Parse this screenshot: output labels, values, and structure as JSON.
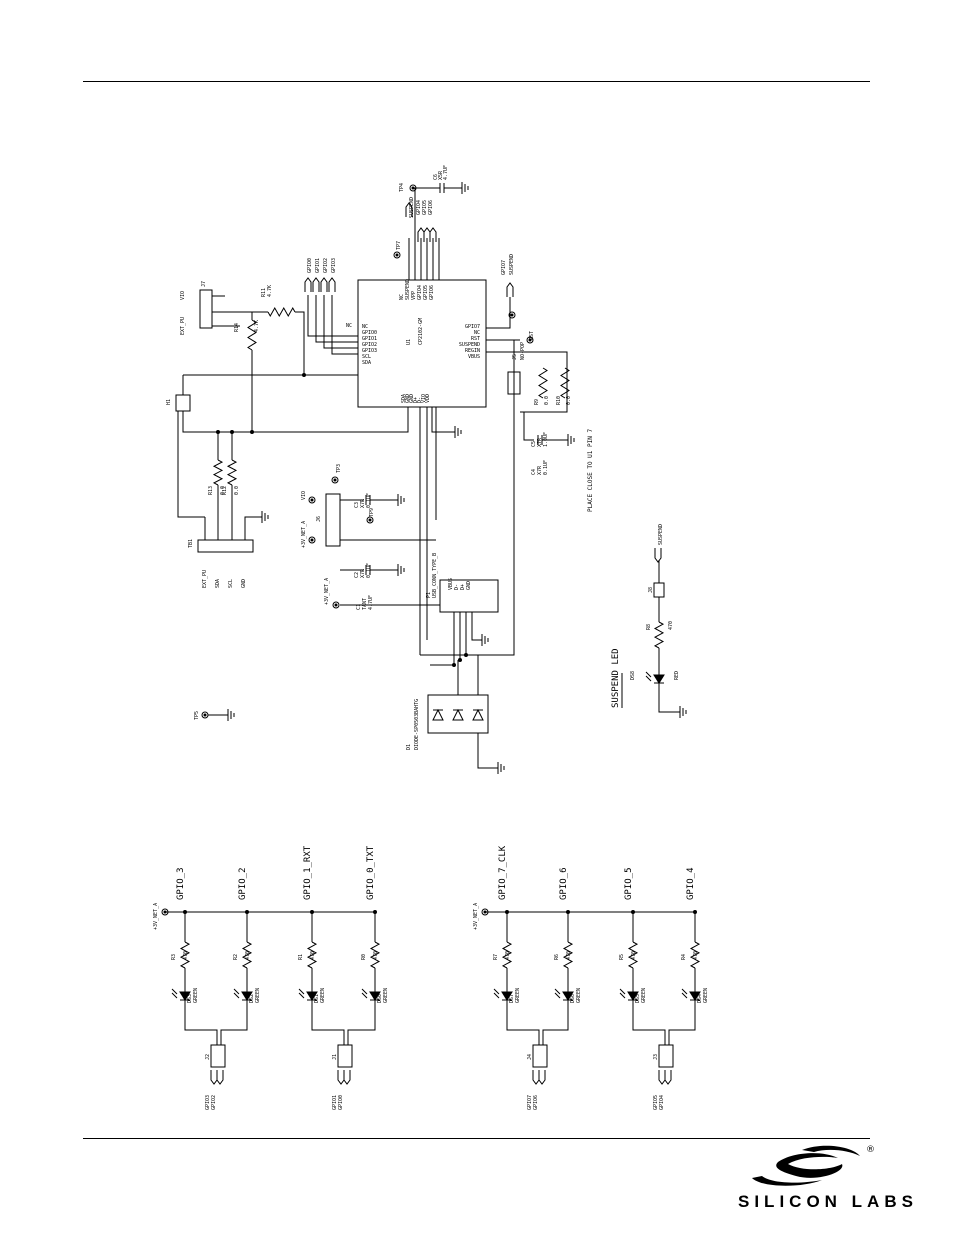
{
  "schematic": {
    "chip": {
      "ref": "U1",
      "part": "CP2102-GM",
      "left_pins": [
        "NC",
        "GPIO0",
        "GPIO1",
        "GPIO2",
        "GPIO3",
        "SCL",
        "SDA"
      ],
      "bottom_pins": [
        "SDA",
        "GND",
        "GND",
        "D+",
        "D-",
        "VIO",
        "VDD"
      ],
      "right_pins": [
        "GPIO7",
        "NC",
        "RST",
        "SUSPEND",
        "REGIN",
        "VBUS"
      ],
      "top_pins": [
        "NC",
        "SUSPEND",
        "VPP",
        "GPIO4",
        "GPIO5",
        "GPIO6"
      ]
    },
    "net_labels": [
      "GPIO0",
      "GPIO1",
      "GPIO2",
      "GPIO3",
      "GPIO4",
      "GPIO5",
      "GPIO6",
      "GPIO7",
      "SUSPEND",
      "VIO",
      "EXT_PU",
      "+3V_NET_A",
      "RST"
    ],
    "parts": {
      "C6": [
        "C6",
        "X5R",
        "4.7UF"
      ],
      "TP4": [
        "TP4"
      ],
      "TP7": [
        "TP7"
      ],
      "TP8": [
        "TP8"
      ],
      "TP1": [
        "TP1"
      ],
      "J7": [
        "J7"
      ],
      "R11": [
        "R11",
        "4.7K"
      ],
      "R14": [
        "R14",
        "4.7K"
      ],
      "H1": [
        "H1"
      ],
      "R13": [
        "R13",
        "0.0"
      ],
      "R12": [
        "R12",
        "0.0"
      ],
      "TB1": [
        "TB1"
      ],
      "TB1_pins": [
        "EXT_PU",
        "SDA",
        "SCL",
        "GND"
      ],
      "J5": [
        "J5",
        "NO-POP"
      ],
      "R9": [
        "R9",
        "0.0"
      ],
      "R10": [
        "R10",
        "0.0"
      ],
      "C5": [
        "C5",
        "X7R",
        "1.0UF"
      ],
      "C4": [
        "C4",
        "X7R",
        "0.1UF"
      ],
      "place_note": "PLACE CLOSE TO U1 PIN 7",
      "TP3": [
        "TP3"
      ],
      "J6": [
        "J6"
      ],
      "C3": [
        "C3",
        "X7R",
        "0.1UF"
      ],
      "TP9": [
        "TP9"
      ],
      "C2": [
        "C2",
        "X7R",
        "0.1UF"
      ],
      "C1": [
        "C1",
        "TANT",
        "4.7UF"
      ],
      "P1": [
        "P1",
        "USB_CONN_TYPE_B"
      ],
      "P1_pins": [
        "VBUS",
        "D-",
        "D+",
        "GND"
      ],
      "TP5": [
        "TP5"
      ],
      "D1": [
        "D1",
        "DIODE-SP0503BAHTG"
      ],
      "suspend_title": "SUSPEND LED",
      "DS8": [
        "DS8",
        "RED"
      ],
      "R8": [
        "R8",
        "470"
      ],
      "J8": [
        "J8"
      ]
    },
    "led_banks": [
      {
        "supply": "+3V_NET_A",
        "columns": [
          {
            "net": "GPIO_3",
            "resistor": [
              "R3",
              "470"
            ],
            "led": [
              "DS3",
              "GREEN"
            ]
          },
          {
            "net": "GPIO_2",
            "resistor": [
              "R2",
              "470"
            ],
            "led": [
              "DS2",
              "GREEN"
            ]
          },
          {
            "net": "GPIO_1_RXT",
            "resistor": [
              "R1",
              "470"
            ],
            "led": [
              "DS1",
              "GREEN"
            ]
          },
          {
            "net": "GPIO_0_TXT",
            "resistor": [
              "R0",
              "470"
            ],
            "led": [
              "DS0",
              "GREEN"
            ]
          }
        ],
        "headers": [
          {
            "ref": "J2",
            "nets": [
              "GPIO3",
              "GPIO2"
            ]
          },
          {
            "ref": "J1",
            "nets": [
              "GPIO1",
              "GPIO0"
            ]
          }
        ]
      },
      {
        "supply": "+3V_NET_A",
        "columns": [
          {
            "net": "GPIO_7_CLK",
            "resistor": [
              "R7",
              "470"
            ],
            "led": [
              "DS7",
              "GREEN"
            ]
          },
          {
            "net": "GPIO_6",
            "resistor": [
              "R6",
              "470"
            ],
            "led": [
              "DS6",
              "GREEN"
            ]
          },
          {
            "net": "GPIO_5",
            "resistor": [
              "R5",
              "470"
            ],
            "led": [
              "DS5",
              "GREEN"
            ]
          },
          {
            "net": "GPIO_4",
            "resistor": [
              "R4",
              "470"
            ],
            "led": [
              "DS4",
              "GREEN"
            ]
          }
        ],
        "headers": [
          {
            "ref": "J4",
            "nets": [
              "GPIO7",
              "GPIO6"
            ]
          },
          {
            "ref": "J3",
            "nets": [
              "GPIO5",
              "GPIO4"
            ]
          }
        ]
      }
    ]
  },
  "footer": {
    "brand": "SILICON LABS",
    "registered": "®"
  }
}
